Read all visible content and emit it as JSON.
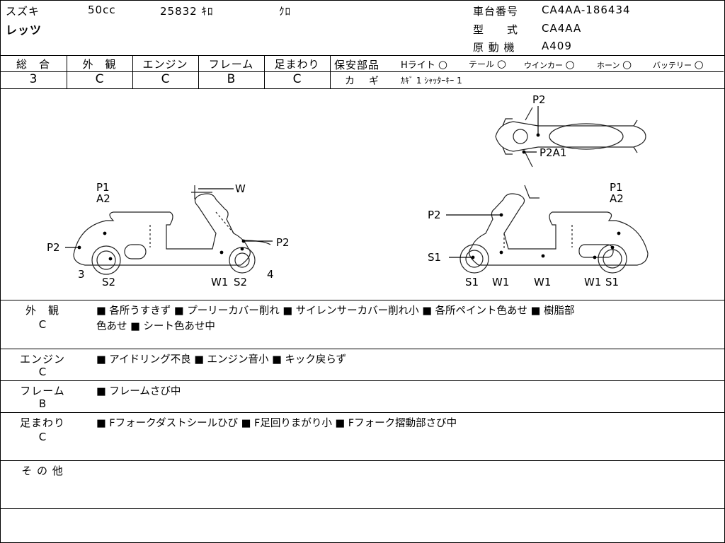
{
  "header": {
    "maker": "スズキ",
    "cc": "50cc",
    "mileage": "25832 ｷﾛ",
    "color": "ｸﾛ",
    "model_name": "レッツ",
    "frame_label": "車台番号",
    "frame_no": "CA4AA-186434",
    "type_label": "型　　式",
    "type_value": "CA4AA",
    "engine_label": "原 動 機",
    "engine_value": "A409"
  },
  "scores": {
    "headers": [
      "総　合",
      "外　観",
      "エンジン",
      "フレーム",
      "足まわり"
    ],
    "values": [
      "3",
      "C",
      "C",
      "B",
      "C"
    ]
  },
  "safety": {
    "label": "保安部品",
    "items": [
      "Hライト",
      "テール",
      "ウインカー",
      "ホーン",
      "バッテリー"
    ],
    "item_marks": [
      "○",
      "○",
      "○",
      "○",
      "○"
    ],
    "key_label": "カ　ギ",
    "key_value": "ｶｷﾞ 1  ｼｬｯﾀｰｷｰ 1"
  },
  "diagram": {
    "left": [
      "W",
      "P1",
      "A2",
      "P2",
      "P2",
      "3",
      "S2",
      "W1",
      "S2",
      "4"
    ],
    "right": [
      "P2",
      "P2A1",
      "P1",
      "A2",
      "P2",
      "S1",
      "S1",
      "W1",
      "W1",
      "W1",
      "S1"
    ]
  },
  "notes": [
    {
      "cat": "外　観",
      "grade": "C",
      "text": "■ 各所うすきず ■ プーリーカバー削れ ■ サイレンサーカバー削れ小 ■ 各所ペイント色あせ ■ 樹脂部",
      "text2": "色あせ ■ シート色あせ中"
    },
    {
      "cat": "エンジン",
      "grade": "C",
      "text": "■ アイドリング不良 ■ エンジン音小 ■ キック戻らず",
      "text2": ""
    },
    {
      "cat": "フレーム",
      "grade": "B",
      "text": "■ フレームさび中",
      "text2": ""
    },
    {
      "cat": "足まわり",
      "grade": "C",
      "text": "■ Fフォークダストシールひび ■ F足回りまがり小 ■ Fフォーク摺動部さび中",
      "text2": ""
    },
    {
      "cat": "そ の 他",
      "grade": "",
      "text": "",
      "text2": ""
    }
  ]
}
